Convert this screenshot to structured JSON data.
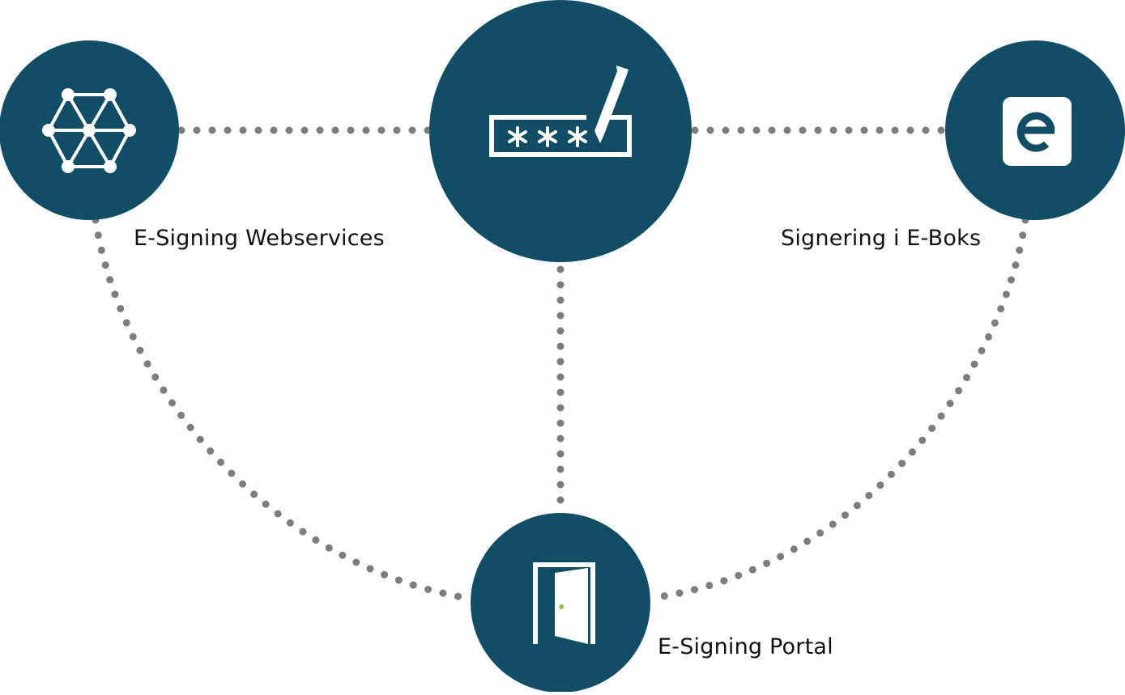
{
  "diagram": {
    "colors": {
      "node_fill": "#114d65",
      "connector": "#7d7d7d",
      "icon": "#ffffff",
      "door_knob": "#8cc63f",
      "label_text": "#111111"
    },
    "nodes": [
      {
        "id": "hub",
        "icon": "password-signature-icon",
        "label": ""
      },
      {
        "id": "webservices",
        "icon": "network-mesh-icon",
        "label": "E-Signing Webservices"
      },
      {
        "id": "eboks",
        "icon": "e-boks-logo-icon",
        "label": "Signering i E-Boks"
      },
      {
        "id": "portal",
        "icon": "open-door-icon",
        "label": "E-Signing Portal"
      }
    ],
    "connections": [
      [
        "webservices",
        "hub"
      ],
      [
        "hub",
        "eboks"
      ],
      [
        "hub",
        "portal"
      ],
      [
        "webservices",
        "portal"
      ],
      [
        "eboks",
        "portal"
      ]
    ]
  }
}
